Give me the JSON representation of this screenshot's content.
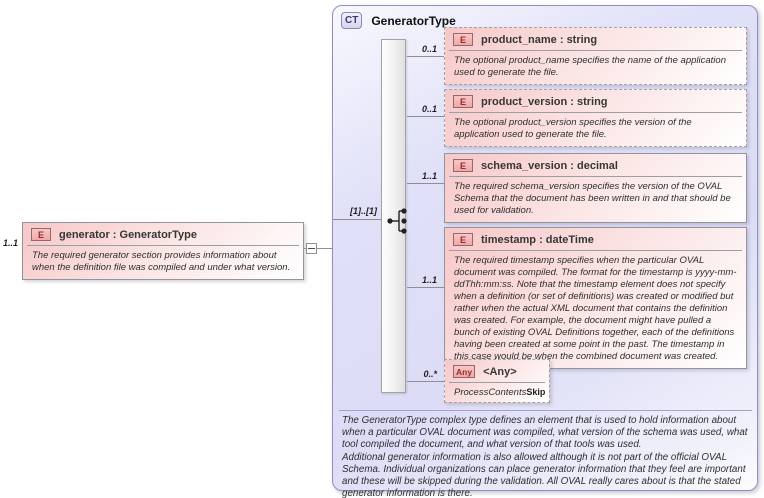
{
  "colors": {
    "element_fill_pink": "#f7c7c7",
    "element_border": "#94949c",
    "panel_fill_lavender": "#dcdcf6",
    "panel_border_purple": "#928ec2",
    "badge_text_red": "#9b2b2b",
    "text": "#2e2e2e"
  },
  "root_element": {
    "cardinality": "1..1",
    "badge": "E",
    "title": "generator : GeneratorType",
    "description": "The required generator section provides information about when the definition file was compiled and under what version."
  },
  "complex_type": {
    "badge": "CT",
    "title": "GeneratorType",
    "compositor": {
      "kind": "sequence",
      "cardinality": "[1]..[1]"
    },
    "children": [
      {
        "badge": "E",
        "cardinality": "0..1",
        "optional": true,
        "title": "product_name : string",
        "description": "The optional product_name specifies the name of the application used to generate the file."
      },
      {
        "badge": "E",
        "cardinality": "0..1",
        "optional": true,
        "title": "product_version : string",
        "description": "The optional product_version specifies the version of the application used to generate the file."
      },
      {
        "badge": "E",
        "cardinality": "1..1",
        "optional": false,
        "title": "schema_version : decimal",
        "description": "The required schema_version specifies the version of the OVAL Schema that the document has been written in and that should be used for validation."
      },
      {
        "badge": "E",
        "cardinality": "1..1",
        "optional": false,
        "title": "timestamp : dateTime",
        "description": "The required timestamp specifies when the particular OVAL document was compiled. The format for the timestamp is yyyy-mm-ddThh:mm:ss. Note that the timestamp element does not specify when a definition (or set of definitions) was created or modified but rather when the actual XML document that contains the definition was created. For example, the document might have pulled a bunch of existing OVAL Definitions together, each of the definitions having been created at some point in the past. The timestamp in this case would be when the combined document was created."
      }
    ],
    "any_element": {
      "badge": "Any",
      "cardinality": "0..*",
      "title": "<Any>",
      "process_contents_label": "ProcessContents",
      "process_contents_value": "Skip"
    },
    "footer_paragraphs": [
      "The GeneratorType complex type defines an element that is used to hold information about when a particular OVAL document was compiled, what version of the schema was used, what tool compiled the document, and what version of that tools was used.",
      "Additional generator information is also allowed although it is not part of the official OVAL Schema. Individual organizations can place generator information that they feel are important and these will be skipped during the validation. All OVAL really cares about is that the stated generator information is there."
    ]
  }
}
